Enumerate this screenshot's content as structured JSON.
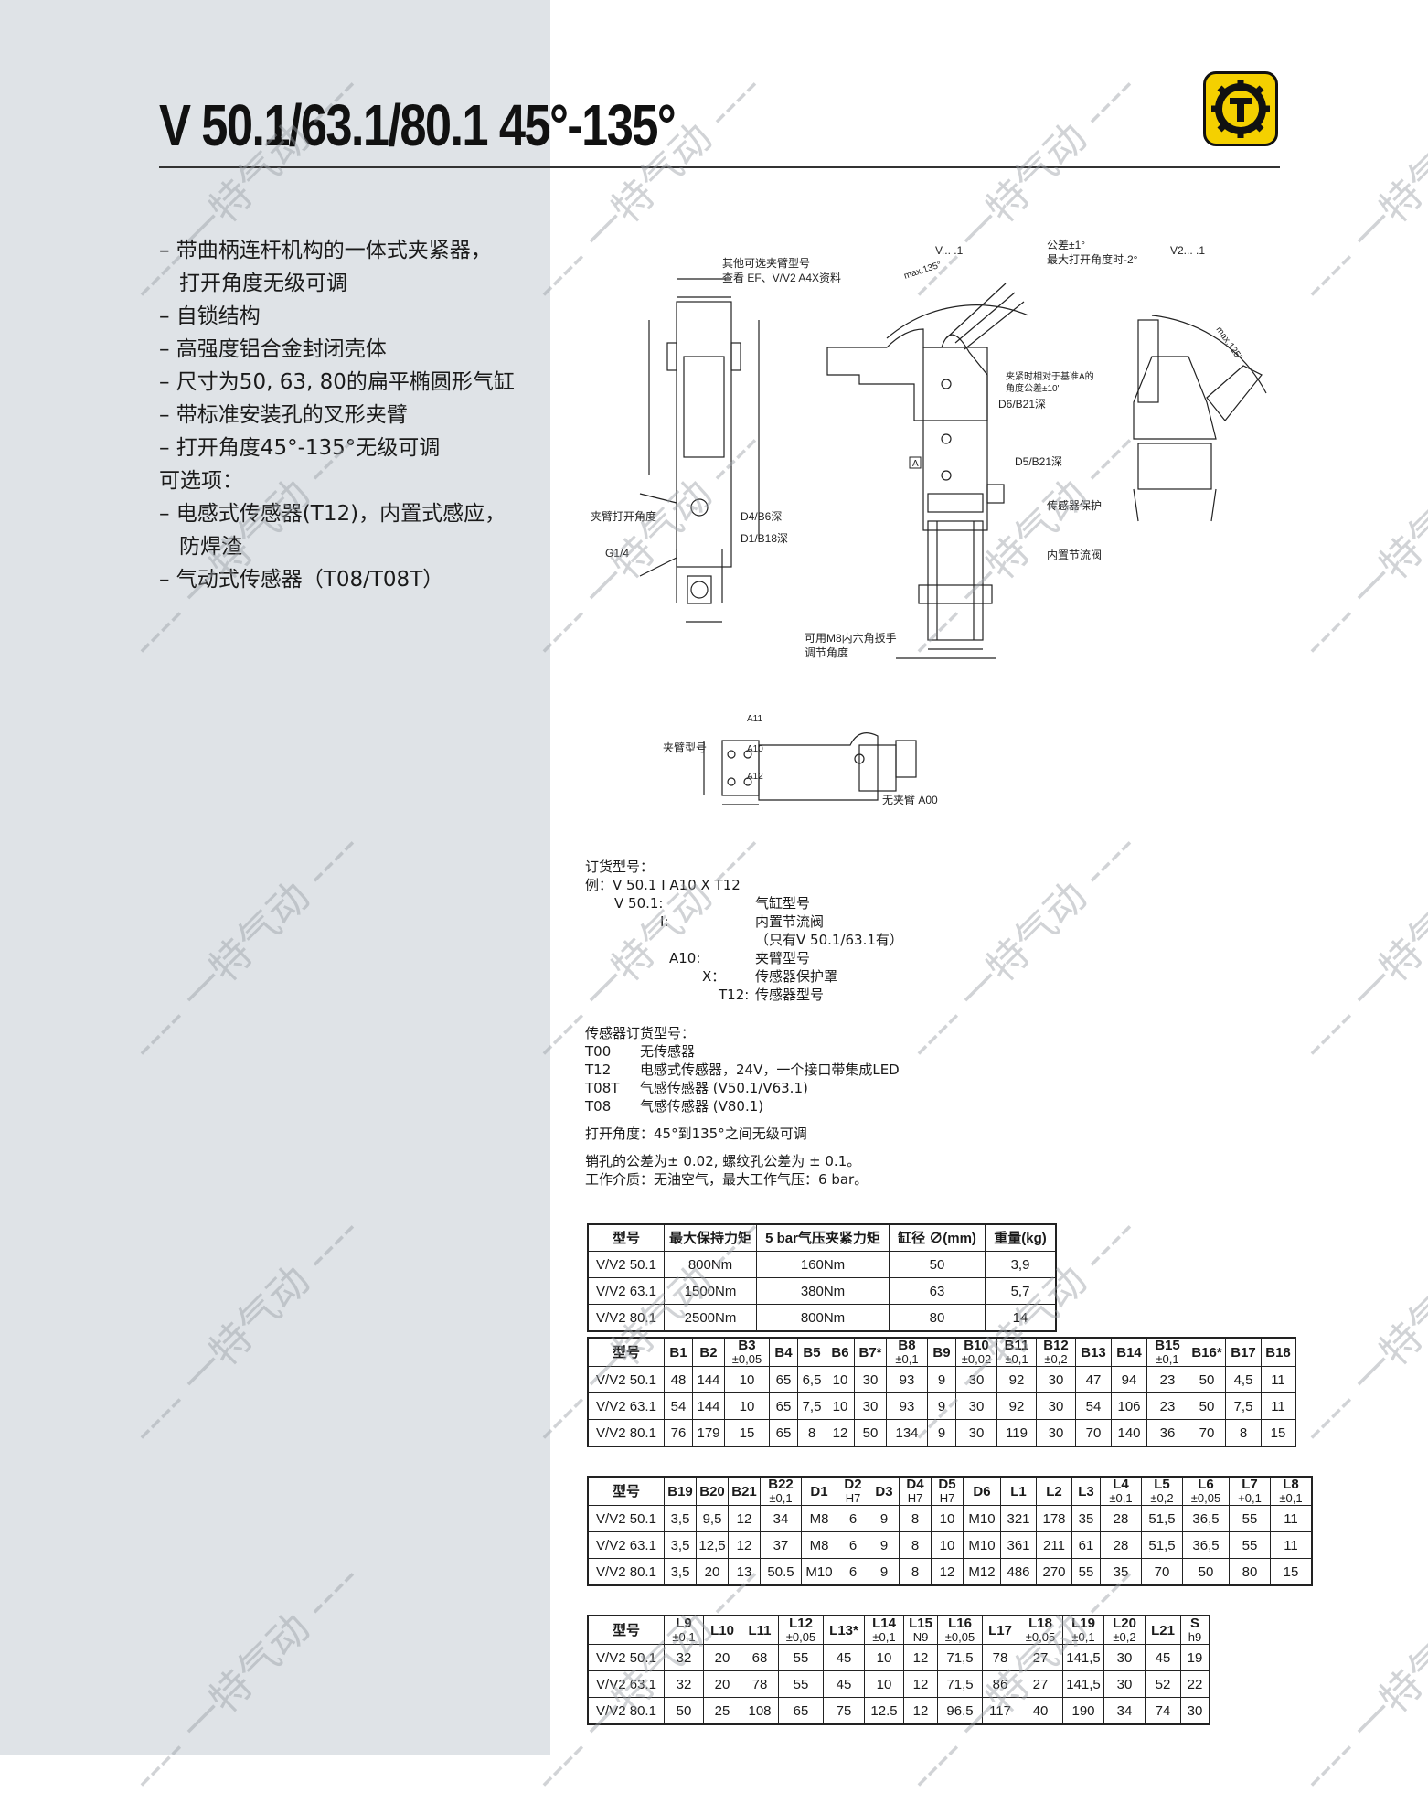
{
  "header": {
    "title": "V 50.1/63.1/80.1 45°-135°"
  },
  "features": [
    "– 带曲柄连杆机构的一体式夹紧器，",
    "打开角度无级可调",
    "– 自锁结构",
    "– 高强度铝合金封闭壳体",
    "– 尺寸为50, 63, 80的扁平椭圆形气缸",
    "– 带标准安装孔的叉形夹臂",
    "– 打开角度45°-135°无级可调",
    "可选项：",
    "– 电感式传感器(T12)，内置式感应，",
    "防焊渣",
    "– 气动式传感器（T08/T08T）"
  ],
  "drawing_labels": {
    "arm_options_1": "其他可选夹臂型号",
    "arm_options_2": "查看 EF、V/V2 A4X资料",
    "v_label": "V... .1",
    "v2_label": "V2... .1",
    "tolerance_1": "公差±1°",
    "tolerance_2": "最大打开角度时-2°",
    "max135": "max.135°",
    "max125": "max.125°",
    "clamp_angle_1": "夹紧时相对于基准A的",
    "clamp_angle_2": "角度公差±10'",
    "d6": "D6/B21深",
    "d5": "D5/B21深",
    "d4": "D4/B6深",
    "d1": "D1/B18深",
    "arm_open_angle": "夹臂打开角度",
    "g14": "G1/4",
    "sensor_protect": "传感器保护",
    "inner_throttle": "内置节流阀",
    "m8_1": "可用M8内六角扳手",
    "m8_2": "调节角度",
    "arm_model": "夹臂型号",
    "no_arm": "无夹臂 A00",
    "a11": "A11",
    "a10": "A10",
    "a12": "A12",
    "ref_a": "A"
  },
  "order": {
    "heading": "订货型号：",
    "example": "例：V 50.1 I A10 X T12",
    "r1_code": "V 50.1:",
    "r1_desc": "气缸型号",
    "r2_code": "I:",
    "r2_desc": "内置节流阀",
    "r3_desc": "（只有V 50.1/63.1有）",
    "r4_code": "A10:",
    "r4_desc": "夹臂型号",
    "r5_code": "X：",
    "r5_desc": "传感器保护罩",
    "r6_code": "T12:",
    "r6_desc": "传感器型号"
  },
  "sensors": {
    "heading": "传感器订货型号：",
    "items": [
      {
        "code": "T00",
        "desc": "无传感器"
      },
      {
        "code": "T12",
        "desc": "电感式传感器，24V，一个接口带集成LED"
      },
      {
        "code": "T08T",
        "desc": "气感传感器 (V50.1/V63.1)"
      },
      {
        "code": "T08",
        "desc": "气感传感器 (V80.1)"
      }
    ],
    "opening": "打开角度：45°到135°之间无级可调",
    "tolerance": "销孔的公差为± 0.02, 螺纹孔公差为 ± 0.1。",
    "medium": "工作介质：无油空气，最大工作气压：6 bar。"
  },
  "table1": {
    "headers": [
      "型号",
      "最大保持力矩",
      "5 bar气压夹紧力矩",
      "缸径 ∅(mm)",
      "重量(kg)"
    ],
    "rows": [
      [
        "V/V2 50.1",
        "800Nm",
        "160Nm",
        "50",
        "3,9"
      ],
      [
        "V/V2 63.1",
        "1500Nm",
        "380Nm",
        "63",
        "5,7"
      ],
      [
        "V/V2 80.1",
        "2500Nm",
        "800Nm",
        "80",
        "14"
      ]
    ]
  },
  "table2": {
    "headers": [
      [
        "型号",
        ""
      ],
      [
        "B1",
        ""
      ],
      [
        "B2",
        ""
      ],
      [
        "B3",
        "±0,05"
      ],
      [
        "B4",
        ""
      ],
      [
        "B5",
        ""
      ],
      [
        "B6",
        ""
      ],
      [
        "B7*",
        ""
      ],
      [
        "B8",
        "±0,1"
      ],
      [
        "B9",
        ""
      ],
      [
        "B10",
        "±0,02"
      ],
      [
        "B11",
        "±0,1"
      ],
      [
        "B12",
        "±0,2"
      ],
      [
        "B13",
        ""
      ],
      [
        "B14",
        ""
      ],
      [
        "B15",
        "±0,1"
      ],
      [
        "B16*",
        ""
      ],
      [
        "B17",
        ""
      ],
      [
        "B18",
        ""
      ]
    ],
    "rows": [
      [
        "V/V2 50.1",
        "48",
        "144",
        "10",
        "65",
        "6,5",
        "10",
        "30",
        "93",
        "9",
        "30",
        "92",
        "30",
        "47",
        "94",
        "23",
        "50",
        "4,5",
        "11"
      ],
      [
        "V/V2 63.1",
        "54",
        "144",
        "10",
        "65",
        "7,5",
        "10",
        "30",
        "93",
        "9",
        "30",
        "92",
        "30",
        "54",
        "106",
        "23",
        "50",
        "7,5",
        "11"
      ],
      [
        "V/V2 80.1",
        "76",
        "179",
        "15",
        "65",
        "8",
        "12",
        "50",
        "134",
        "9",
        "30",
        "119",
        "30",
        "70",
        "140",
        "36",
        "70",
        "8",
        "15"
      ]
    ]
  },
  "table3": {
    "headers": [
      [
        "型号",
        ""
      ],
      [
        "B19",
        ""
      ],
      [
        "B20",
        ""
      ],
      [
        "B21",
        ""
      ],
      [
        "B22",
        "±0,1"
      ],
      [
        "D1",
        ""
      ],
      [
        "D2",
        "H7"
      ],
      [
        "D3",
        ""
      ],
      [
        "D4",
        "H7"
      ],
      [
        "D5",
        "H7"
      ],
      [
        "D6",
        ""
      ],
      [
        "L1",
        ""
      ],
      [
        "L2",
        ""
      ],
      [
        "L3",
        ""
      ],
      [
        "L4",
        "±0,1"
      ],
      [
        "L5",
        "±0,2"
      ],
      [
        "L6",
        "±0,05"
      ],
      [
        "L7",
        "+0,1"
      ],
      [
        "L8",
        "±0,1"
      ]
    ],
    "rows": [
      [
        "V/V2 50.1",
        "3,5",
        "9,5",
        "12",
        "34",
        "M8",
        "6",
        "9",
        "8",
        "10",
        "M10",
        "321",
        "178",
        "35",
        "28",
        "51,5",
        "36,5",
        "55",
        "11"
      ],
      [
        "V/V2 63.1",
        "3,5",
        "12,5",
        "12",
        "37",
        "M8",
        "6",
        "9",
        "8",
        "10",
        "M10",
        "361",
        "211",
        "61",
        "28",
        "51,5",
        "36,5",
        "55",
        "11"
      ],
      [
        "V/V2 80.1",
        "3,5",
        "20",
        "13",
        "50.5",
        "M10",
        "6",
        "9",
        "8",
        "12",
        "M12",
        "486",
        "270",
        "55",
        "35",
        "70",
        "50",
        "80",
        "15"
      ]
    ]
  },
  "table4": {
    "headers": [
      [
        "型号",
        ""
      ],
      [
        "L9",
        "±0,1"
      ],
      [
        "L10",
        ""
      ],
      [
        "L11",
        ""
      ],
      [
        "L12",
        "±0,05"
      ],
      [
        "L13*",
        ""
      ],
      [
        "L14",
        "±0,1"
      ],
      [
        "L15",
        "N9"
      ],
      [
        "L16",
        "±0,05"
      ],
      [
        "L17",
        ""
      ],
      [
        "L18",
        "±0,05"
      ],
      [
        "L19",
        "±0,1"
      ],
      [
        "L20",
        "±0,2"
      ],
      [
        "L21",
        ""
      ],
      [
        "S",
        "h9"
      ]
    ],
    "rows": [
      [
        "V/V2 50.1",
        "32",
        "20",
        "68",
        "55",
        "45",
        "10",
        "12",
        "71,5",
        "78",
        "27",
        "141,5",
        "30",
        "45",
        "19"
      ],
      [
        "V/V2 63.1",
        "32",
        "20",
        "78",
        "55",
        "45",
        "10",
        "12",
        "71,5",
        "86",
        "27",
        "141,5",
        "30",
        "52",
        "22"
      ],
      [
        "V/V2 80.1",
        "50",
        "25",
        "108",
        "65",
        "75",
        "12.5",
        "12",
        "96.5",
        "117",
        "40",
        "190",
        "34",
        "74",
        "30"
      ]
    ]
  },
  "watermark": "---- 一特气动 ----",
  "colors": {
    "sidebar": "#dfe3e7",
    "logo": "#f4d000"
  }
}
